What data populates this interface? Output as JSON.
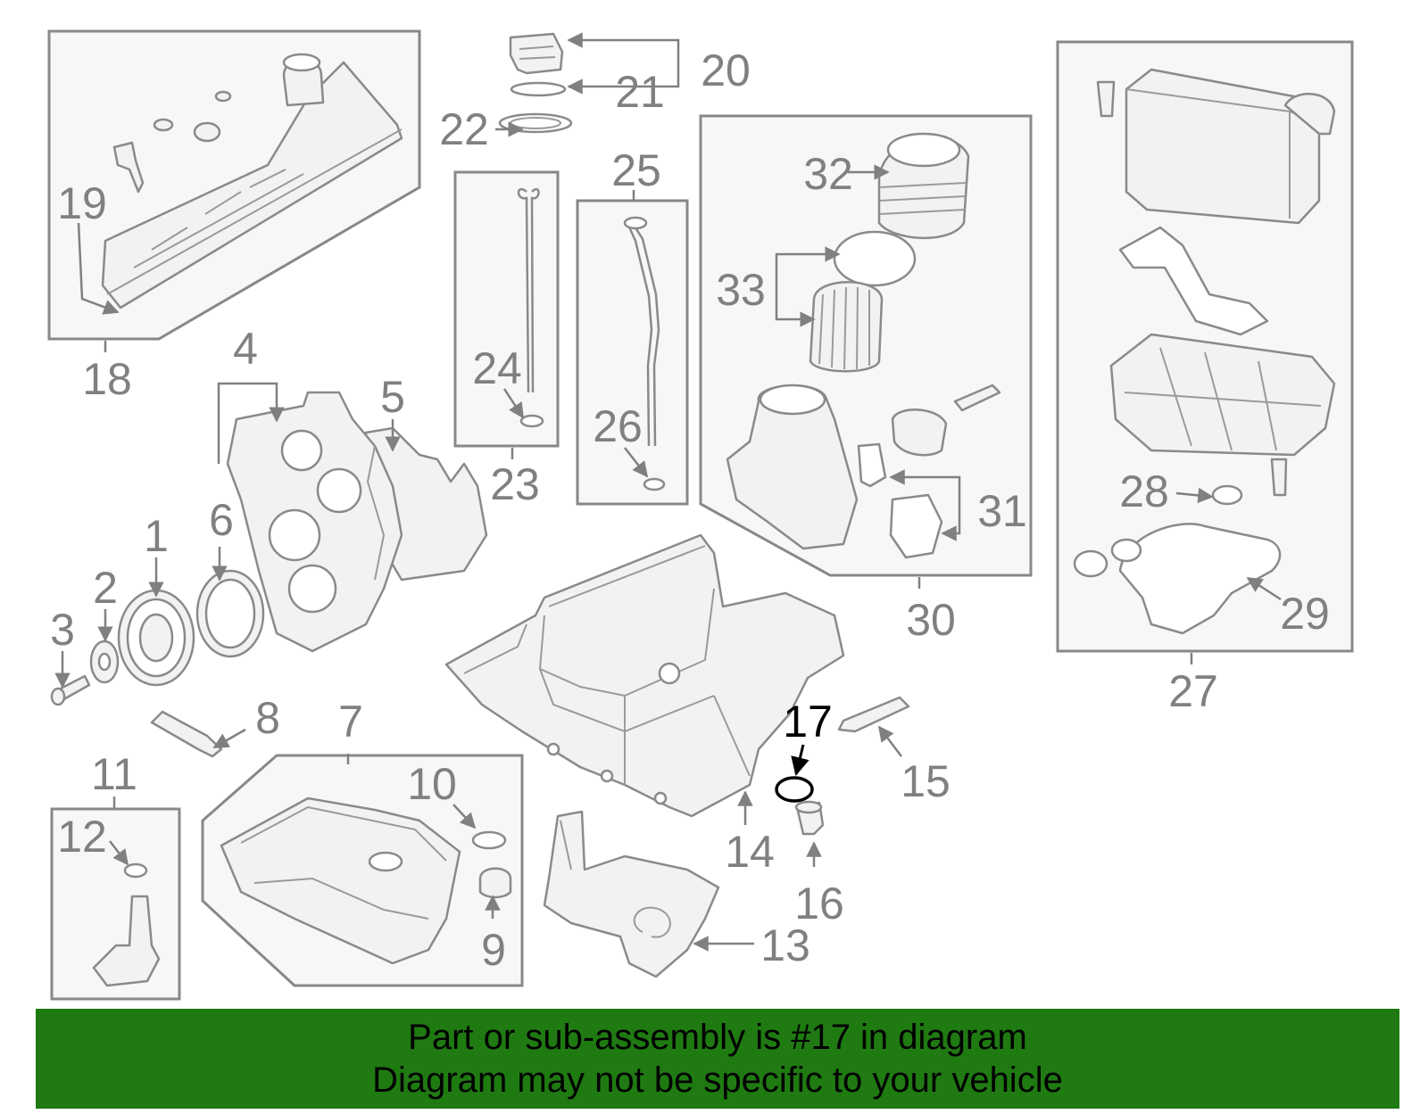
{
  "callouts": {
    "c1": "1",
    "c2": "2",
    "c3": "3",
    "c4": "4",
    "c5": "5",
    "c6": "6",
    "c7": "7",
    "c8": "8",
    "c9": "9",
    "c10": "10",
    "c11": "11",
    "c12": "12",
    "c13": "13",
    "c14": "14",
    "c15": "15",
    "c16": "16",
    "c17": "17",
    "c18": "18",
    "c19": "19",
    "c20": "20",
    "c21": "21",
    "c22": "22",
    "c23": "23",
    "c24": "24",
    "c25": "25",
    "c26": "26",
    "c27": "27",
    "c28": "28",
    "c29": "29",
    "c30": "30",
    "c31": "31",
    "c32": "32",
    "c33": "33"
  },
  "highlighted_part": "17",
  "colors": {
    "banner": "#1f7a12",
    "parts": "#8a8a8a",
    "highlight": "#000000"
  },
  "banner": {
    "line1": "Part or sub-assembly is #17 in diagram",
    "line2": "Diagram may not be specific to your vehicle"
  }
}
